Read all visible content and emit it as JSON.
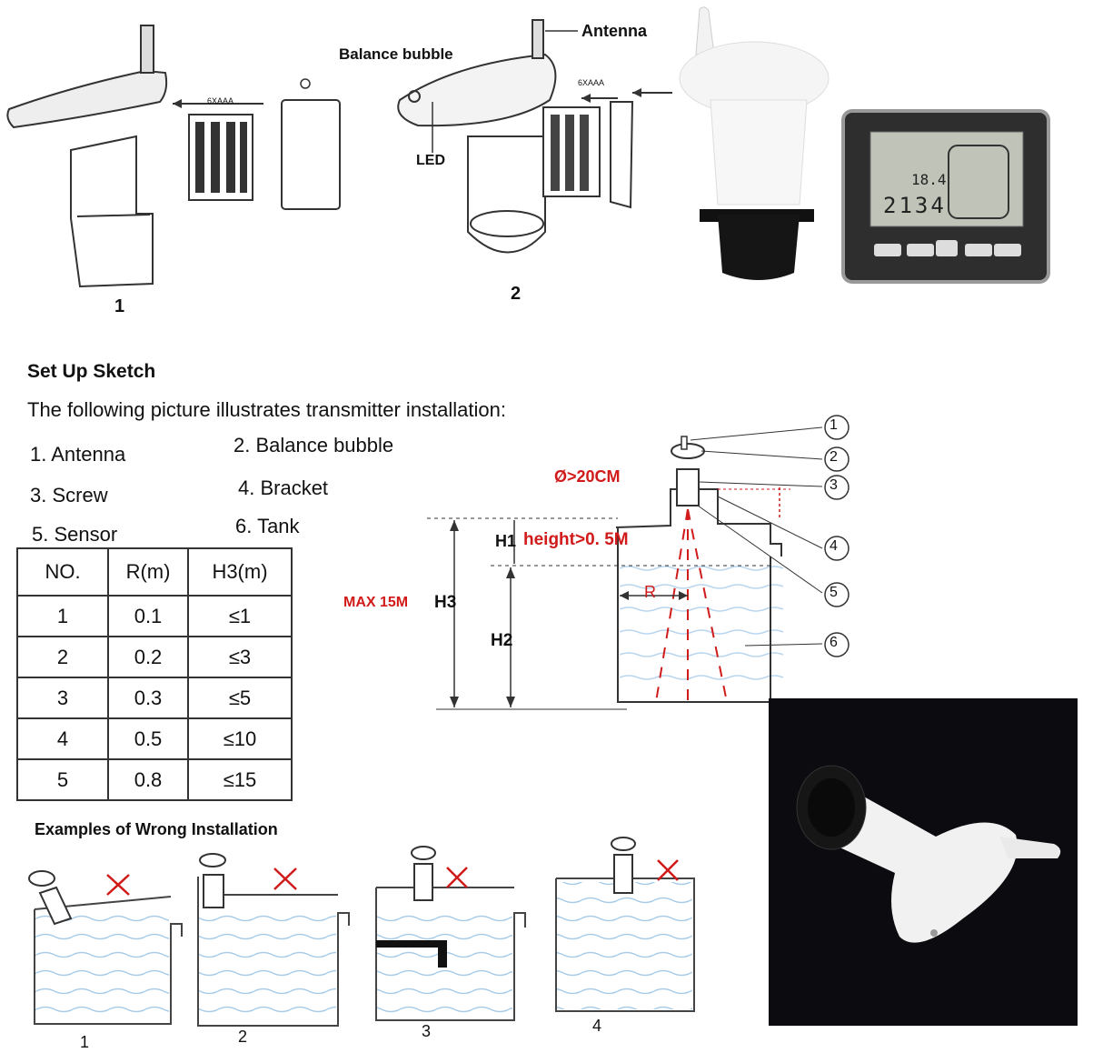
{
  "figure_top": {
    "fig1_label": "1",
    "fig1_batt": "6XAAA",
    "fig2_label": "2",
    "fig2_batt": "6XAAA",
    "antenna_label": "Antenna",
    "bubble_label": "Balance bubble",
    "led_label": "LED",
    "display_reading_1": "18.4",
    "display_reading_2": "2134"
  },
  "setup": {
    "title": "Set Up Sketch",
    "subtitle": "The following picture illustrates transmitter installation:",
    "parts": [
      "1. Antenna",
      "2. Balance bubble",
      "3. Screw",
      "4. Bracket",
      "5. Sensor",
      "6. Tank"
    ]
  },
  "spec_table": {
    "headers": [
      "NO.",
      "R(m)",
      "H3(m)"
    ],
    "rows": [
      [
        "1",
        "0.1",
        "≤1"
      ],
      [
        "2",
        "0.2",
        "≤3"
      ],
      [
        "3",
        "0.3",
        "≤5"
      ],
      [
        "4",
        "0.5",
        "≤10"
      ],
      [
        "5",
        "0.8",
        "≤15"
      ]
    ]
  },
  "diagram": {
    "diameter": "Ø>20CM",
    "h1": "H1",
    "height_note": "height>0. 5M",
    "max": "MAX 15M",
    "h3": "H3",
    "h2": "H2",
    "r": "R",
    "callouts": [
      "①",
      "②",
      "③",
      "④",
      "⑤",
      "⑥"
    ]
  },
  "wrong": {
    "title": "Examples of Wrong Installation",
    "labels": [
      "1",
      "2",
      "3",
      "4"
    ]
  }
}
